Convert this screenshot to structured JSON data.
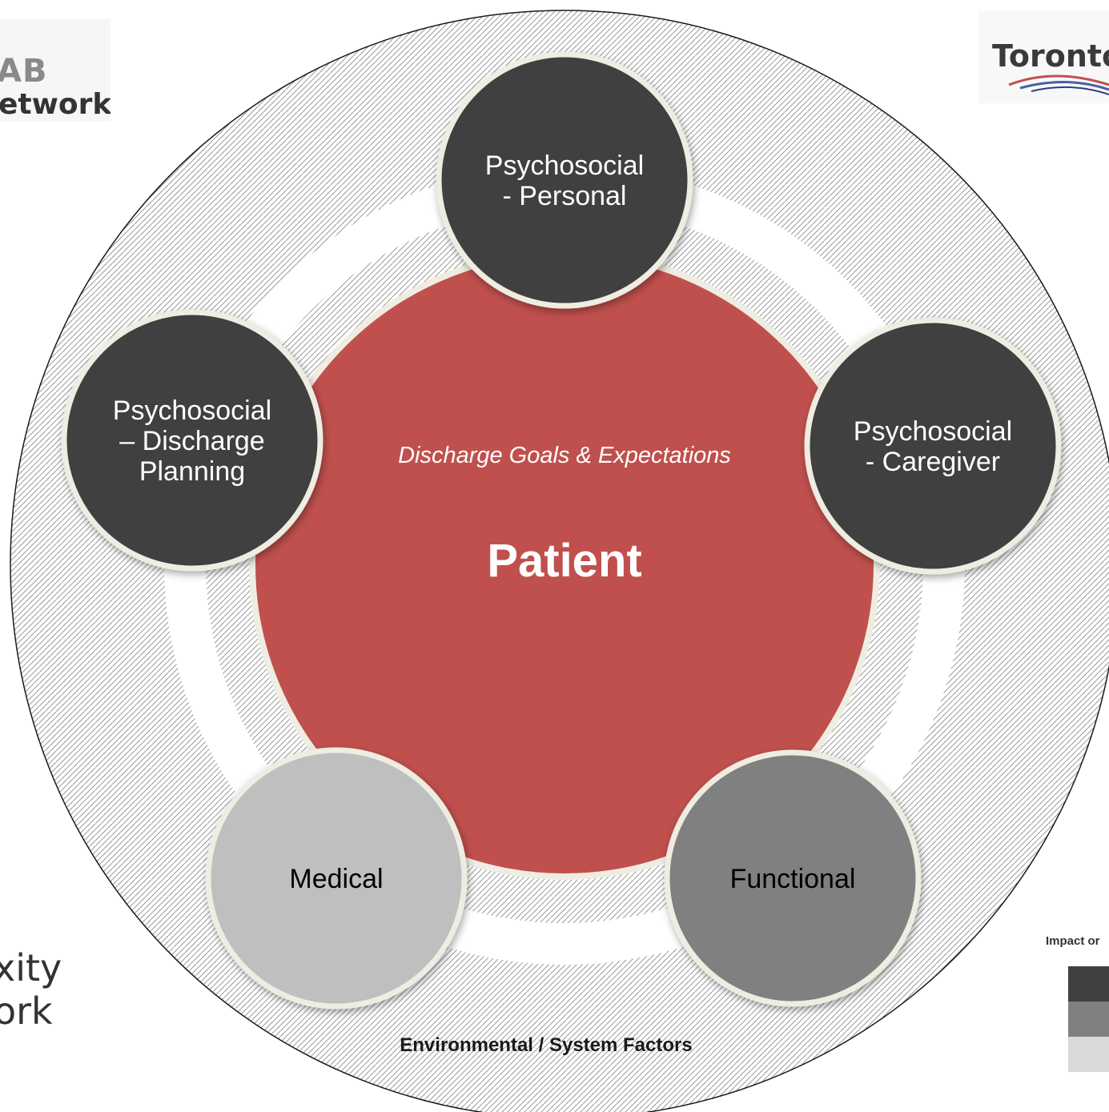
{
  "logos": {
    "left_top": "AB",
    "left_bottom": "etwork",
    "right": "Toronto"
  },
  "left_title": {
    "line1": "xity",
    "line2": "ork"
  },
  "legend": {
    "title": "Impact or",
    "levels": [
      {
        "color": "#404040"
      },
      {
        "color": "#808080"
      },
      {
        "color": "#d9d9d9"
      }
    ]
  },
  "diagram": {
    "outer_label": "Environmental / System Factors",
    "center": {
      "subtitle": "Discharge Goals & Expectations",
      "title": "Patient",
      "color": "#c0504d"
    },
    "nodes": [
      {
        "id": "psychosocial-personal",
        "lines": [
          "Psychosocial",
          "- Personal"
        ],
        "color": "#404040",
        "text_color": "#ffffff"
      },
      {
        "id": "psychosocial-caregiver",
        "lines": [
          "Psychosocial",
          "- Caregiver"
        ],
        "color": "#404040",
        "text_color": "#ffffff"
      },
      {
        "id": "functional",
        "lines": [
          "Functional"
        ],
        "color": "#808080",
        "text_color": "#000000"
      },
      {
        "id": "medical",
        "lines": [
          "Medical"
        ],
        "color": "#bfbfbf",
        "text_color": "#000000"
      },
      {
        "id": "psychosocial-discharge-planning",
        "lines": [
          "Psychosocial",
          "– Discharge",
          "Planning"
        ],
        "color": "#404040",
        "text_color": "#ffffff"
      }
    ]
  }
}
